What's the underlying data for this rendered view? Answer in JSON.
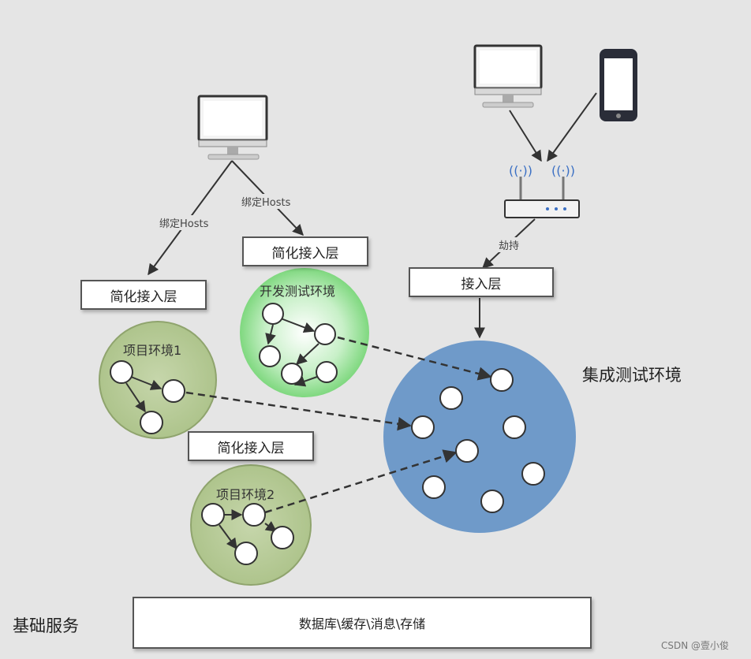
{
  "left_client": {
    "edge_label_1": "绑定Hosts",
    "edge_label_2": "绑定Hosts"
  },
  "access_layer_left": "简化接入层",
  "access_layer_mid_top": "简化接入层",
  "access_layer_mid_bottom": "简化接入层",
  "access_layer_main": "接入层",
  "hijack_label": "劫持",
  "dev_env_label": "开发测试环境",
  "project_env_1_label": "项目环境1",
  "project_env_2_label": "项目环境2",
  "integration_env_label": "集成测试环境",
  "base_services_label": "基础服务",
  "base_services_box": "数据库\\缓存\\消息\\存储",
  "watermark": "CSDN @壹小俊",
  "colors": {
    "background": "#e5e5e5",
    "project_env_fill": "#b7c99a",
    "dev_env_fill": "#8fdc8f",
    "integration_env_fill": "#6f9ac9"
  }
}
